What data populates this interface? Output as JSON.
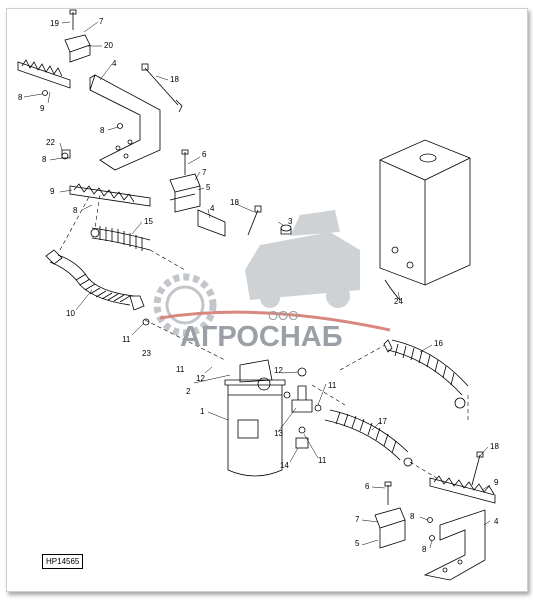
{
  "watermark": {
    "company_prefix": "ООО",
    "company_name": "АГРОСНАБ"
  },
  "diagram_code": "HP14565",
  "callouts": [
    "19",
    "7",
    "20",
    "4",
    "18",
    "8",
    "9",
    "8",
    "22",
    "8",
    "6",
    "7",
    "5",
    "9",
    "8",
    "15",
    "4",
    "18",
    "3",
    "10",
    "11",
    "23",
    "11",
    "12",
    "2",
    "1",
    "12",
    "13",
    "11",
    "14",
    "11",
    "17",
    "16",
    "24",
    "18",
    "9",
    "6",
    "8",
    "7",
    "5",
    "8",
    "4"
  ],
  "colors": {
    "line": "#000000",
    "watermark": "#9aa0a6",
    "watermark_red": "#c0392b"
  }
}
